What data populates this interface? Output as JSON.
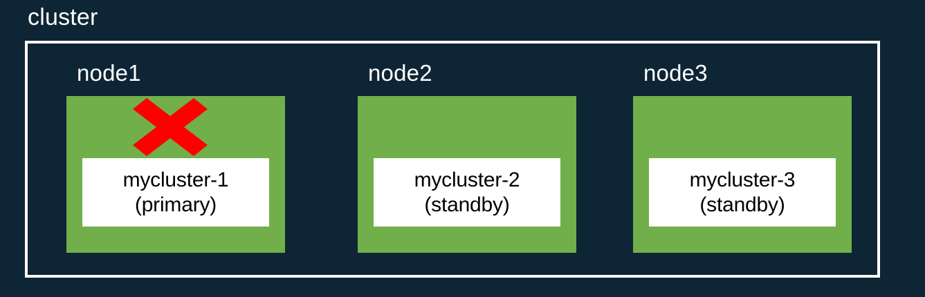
{
  "diagram": {
    "title": "cluster",
    "background_color": "#0e2535",
    "border_color": "#ffffff",
    "node_color": "#70af49",
    "instance_box_color": "#ffffff",
    "failure_marker_color": "#ff0000",
    "nodes": [
      {
        "label": "node1",
        "instance_name": "mycluster-1",
        "instance_role": "(primary)",
        "failed": true,
        "failure_icon": "red-x-icon"
      },
      {
        "label": "node2",
        "instance_name": "mycluster-2",
        "instance_role": "(standby)",
        "failed": false,
        "failure_icon": ""
      },
      {
        "label": "node3",
        "instance_name": "mycluster-3",
        "instance_role": "(standby)",
        "failed": false,
        "failure_icon": ""
      }
    ]
  }
}
